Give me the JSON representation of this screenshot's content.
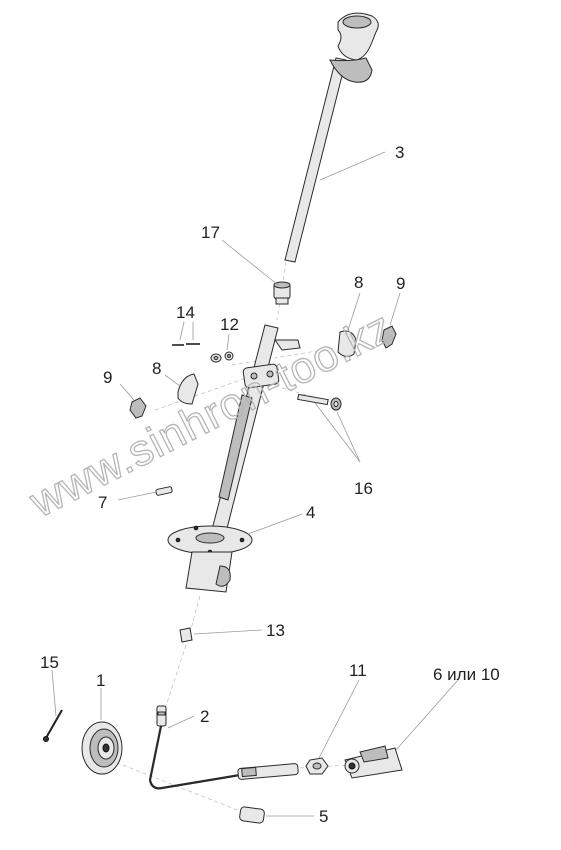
{
  "watermark": "www.sinhron-too.kz",
  "callouts": {
    "p1": "1",
    "p2": "2",
    "p3": "3",
    "p4": "4",
    "p5": "5",
    "p6_10": "6 или 10",
    "p7": "7",
    "p8_left": "8",
    "p8_right": "8",
    "p9_left": "9",
    "p9_right": "9",
    "p11": "11",
    "p12": "12",
    "p13": "13",
    "p14": "14",
    "p15": "15",
    "p16": "16",
    "p17": "17"
  }
}
